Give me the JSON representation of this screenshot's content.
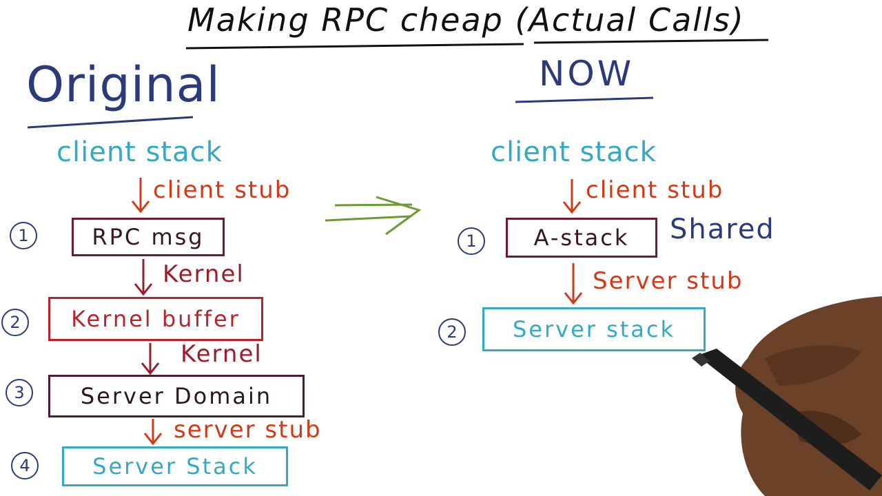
{
  "title": "Making RPC cheap (Actual Calls)",
  "original": {
    "heading": "Original",
    "client_stack": "client stack",
    "steps": [
      {
        "num": "1",
        "box": "RPC msg",
        "arrow_label": "client stub"
      },
      {
        "num": "2",
        "box": "Kernel buffer",
        "arrow_label": "Kernel"
      },
      {
        "num": "3",
        "box": "Server Domain",
        "arrow_label": "Kernel"
      },
      {
        "num": "4",
        "box": "Server Stack",
        "arrow_label": "server stub"
      }
    ]
  },
  "now": {
    "heading": "NOW",
    "client_stack": "client stack",
    "steps": [
      {
        "num": "1",
        "box": "A-stack",
        "arrow_label": "client stub"
      },
      {
        "num": "2",
        "box": "Server stack",
        "arrow_label": "Server stub"
      }
    ],
    "shared_label": "Shared"
  },
  "colors": {
    "title": "#111111",
    "heading": "#2a3a7a",
    "client_stack": "#33a9c4",
    "stub_arrow": "#d23a17",
    "kernel": "#9c1d2a",
    "box_maroon": "#6e1a35",
    "box_red": "#b8232e",
    "box_teal": "#33a9c4",
    "transition_arrow": "#6e9a35"
  }
}
